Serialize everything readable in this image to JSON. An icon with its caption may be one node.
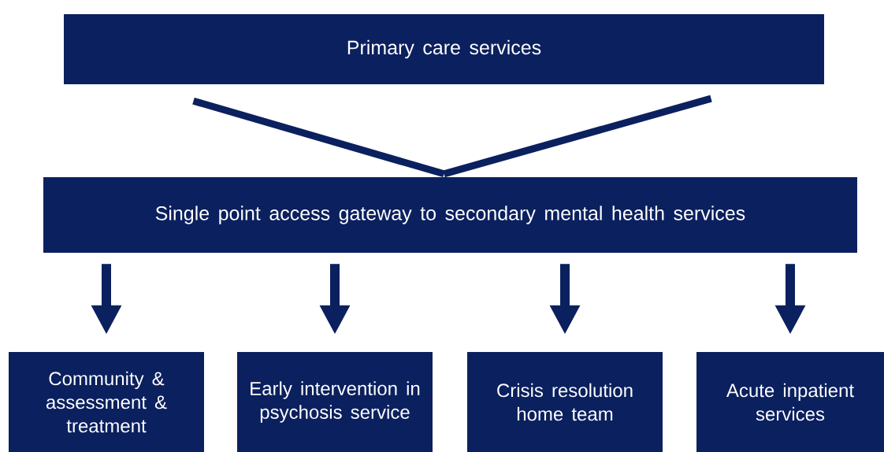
{
  "diagram": {
    "nodes": [
      {
        "text": [
          "Primary care services"
        ]
      },
      {
        "text": [
          "Single point access gateway to secondary mental health services"
        ]
      },
      {
        "text": [
          "Community & assessment & treatment"
        ]
      },
      {
        "text": [
          "Early intervention in psychosis service"
        ]
      },
      {
        "text": [
          "Crisis resolution home team"
        ]
      },
      {
        "text": [
          "Acute inpatient services"
        ]
      }
    ],
    "edges": [
      {
        "from": 0,
        "to": 1,
        "arrow": "none"
      },
      {
        "from": 1,
        "to": 2,
        "arrow": "to"
      },
      {
        "from": 1,
        "to": 3,
        "arrow": "to"
      },
      {
        "from": 1,
        "to": 4,
        "arrow": "to"
      },
      {
        "from": 1,
        "to": 5,
        "arrow": "to"
      }
    ]
  }
}
